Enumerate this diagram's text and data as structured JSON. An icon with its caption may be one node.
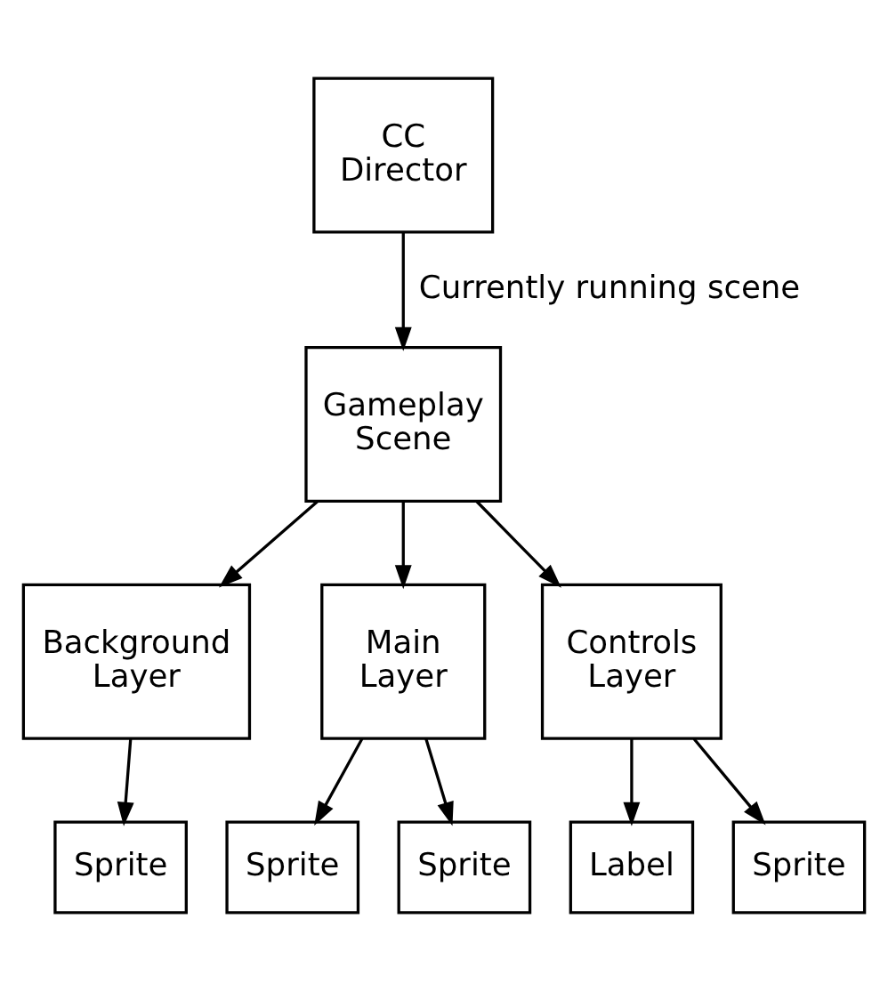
{
  "diagram": {
    "nodes": [
      {
        "text": [
          "CC Director"
        ]
      },
      {
        "text": [
          "Gameplay Scene"
        ]
      },
      {
        "text": [
          "Background Layer"
        ]
      },
      {
        "text": [
          "Main Layer"
        ]
      },
      {
        "text": [
          "Controls Layer"
        ]
      },
      {
        "text": [
          "Sprite"
        ]
      },
      {
        "text": [
          "Sprite"
        ]
      },
      {
        "text": [
          "Sprite"
        ]
      },
      {
        "text": [
          "Label"
        ]
      },
      {
        "text": [
          "Sprite"
        ]
      }
    ],
    "edges": [
      {
        "from": 0,
        "to": 1,
        "arrow": "to",
        "label": "Currently running scene"
      },
      {
        "from": 1,
        "to": 2,
        "arrow": "to"
      },
      {
        "from": 1,
        "to": 3,
        "arrow": "to"
      },
      {
        "from": 1,
        "to": 4,
        "arrow": "to"
      },
      {
        "from": 2,
        "to": 5,
        "arrow": "to"
      },
      {
        "from": 3,
        "to": 6,
        "arrow": "to"
      },
      {
        "from": 3,
        "to": 7,
        "arrow": "to"
      },
      {
        "from": 4,
        "to": 8,
        "arrow": "to"
      },
      {
        "from": 4,
        "to": 9,
        "arrow": "to"
      }
    ]
  }
}
